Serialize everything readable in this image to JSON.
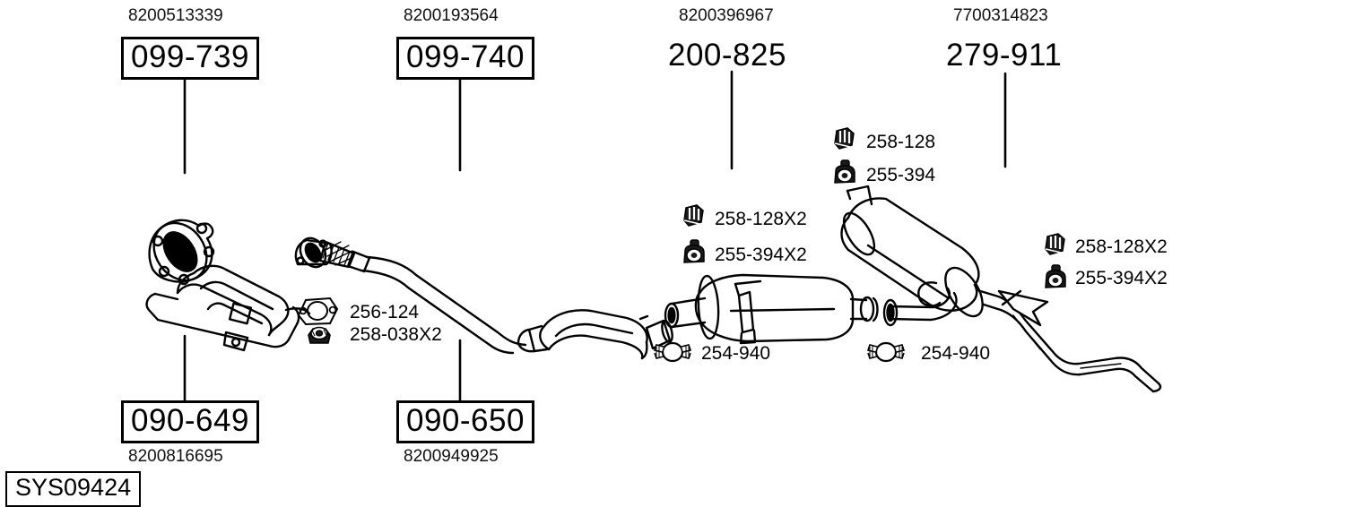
{
  "diagram": {
    "system_code": "SYS09424",
    "title_codes_top": [
      {
        "oem": "8200513339",
        "code": "099-739",
        "boxed": true
      },
      {
        "oem": "8200193564",
        "code": "099-740",
        "boxed": true
      },
      {
        "oem": "8200396967",
        "code": "200-825",
        "boxed": false
      },
      {
        "oem": "7700314823",
        "code": "279-911",
        "boxed": false
      }
    ],
    "title_codes_bottom": [
      {
        "oem": "8200816695",
        "code": "090-649",
        "boxed": true
      },
      {
        "oem": "8200949925",
        "code": "090-650",
        "boxed": true
      }
    ],
    "part_refs": [
      {
        "ref": "256-124",
        "icon": "gasket-icon"
      },
      {
        "ref": "258-038X2",
        "icon": "nut-icon"
      },
      {
        "ref": "258-128X2",
        "icon": "bracket-clamp-icon"
      },
      {
        "ref": "255-394X2",
        "icon": "rubber-mount-icon"
      },
      {
        "ref": "258-128",
        "icon": "bracket-clamp-icon"
      },
      {
        "ref": "255-394",
        "icon": "rubber-mount-icon"
      },
      {
        "ref": "254-940",
        "icon": "pipe-clamp-icon"
      },
      {
        "ref": "254-940",
        "icon": "pipe-clamp-icon"
      },
      {
        "ref": "258-128X2",
        "icon": "bracket-clamp-icon"
      },
      {
        "ref": "255-394X2",
        "icon": "rubber-mount-icon"
      }
    ],
    "colors": {
      "line": "#000000",
      "background": "#ffffff"
    }
  }
}
